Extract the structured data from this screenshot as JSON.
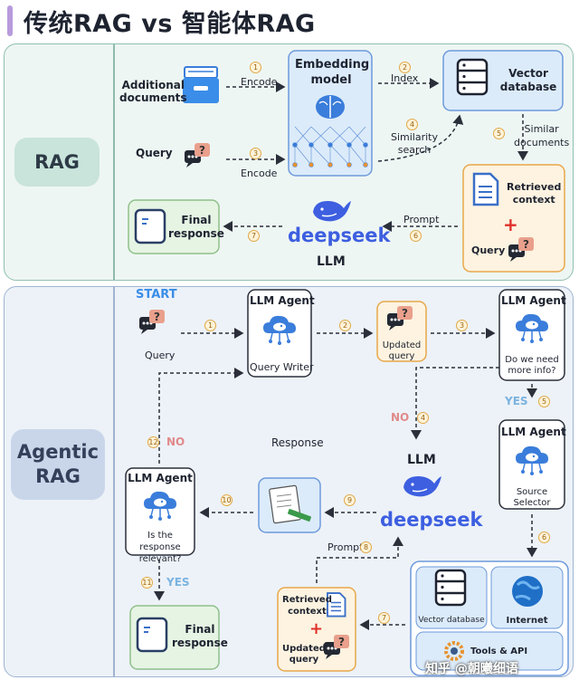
{
  "title": "传统RAG vs 智能体RAG",
  "rag": {
    "tag": "RAG",
    "additional_documents": "Additional\ndocuments",
    "query": "Query",
    "embedding_model": "Embedding\nmodel",
    "vector_database": "Vector\ndatabase",
    "encode": "Encode",
    "index": "Index",
    "similarity_search": "Similarity\nsearch",
    "similar_documents": "Similar\ndocuments",
    "retrieved_context": "Retrieved\ncontext",
    "plus": "+",
    "query2": "Query",
    "prompt": "Prompt",
    "deepseek": "deepseek",
    "llm": "LLM",
    "final_response": "Final\nresponse",
    "steps": [
      "1",
      "2",
      "3",
      "4",
      "5",
      "6",
      "7"
    ]
  },
  "agentic": {
    "tag": "Agentic\nRAG",
    "start": "START",
    "query": "Query",
    "agent_title": "LLM Agent",
    "query_writer": "Query Writer",
    "updated_query": "Updated\nquery",
    "do_we_need": "Do we need\nmore info?",
    "yes": "YES",
    "no": "NO",
    "source_selector": "Source\nSelector",
    "llm": "LLM",
    "deepseek": "deepseek",
    "response": "Response",
    "is_relevant": "Is the response\nrelevant?",
    "prompt": "Prompt",
    "retrieved_context": "Retrieved\ncontext",
    "plus": "+",
    "updated_query2": "Updated\nquery",
    "final_response": "Final\nresponse",
    "vector_database": "Vector database",
    "internet": "Internet",
    "tools": "Tools & API",
    "steps": [
      "1",
      "2",
      "3",
      "4",
      "5",
      "6",
      "7",
      "8",
      "9",
      "10",
      "11",
      "12"
    ]
  },
  "watermark": "知乎 @朝曦细语",
  "colors": {
    "accent": "#3a7ddb",
    "step": "#e0a84a",
    "yes": "#7ab3e0",
    "no": "#e08a8a"
  }
}
